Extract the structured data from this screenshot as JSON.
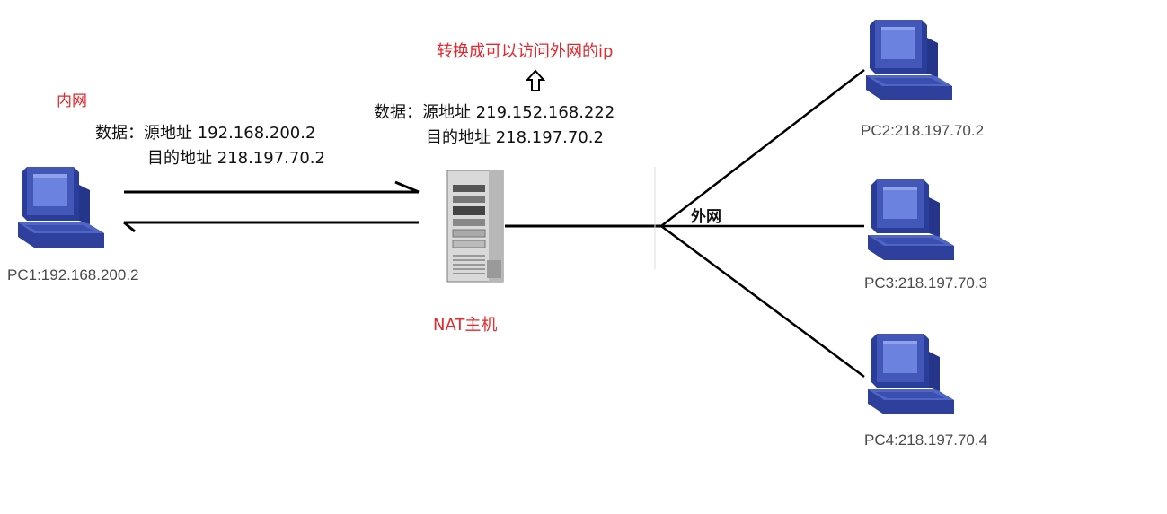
{
  "labels": {
    "inner_net": "内网",
    "outer_net": "外网",
    "nat_host": "NAT主机",
    "convert_note": "转换成可以访问外网的ip"
  },
  "packet_in": {
    "src_line": "数据：源地址 192.168.200.2",
    "dst_line": "目的地址 218.197.70.2"
  },
  "packet_out": {
    "src_line": "数据：源地址 219.152.168.222",
    "dst_line": "目的地址 218.197.70.2"
  },
  "pcs": {
    "pc1": "PC1:192.168.200.2",
    "pc2": "PC2:218.197.70.2",
    "pc3": "PC3:218.197.70.3",
    "pc4": "PC4:218.197.70.4"
  },
  "colors": {
    "annotation": "#e8262b",
    "pc_body": "#3b4fae",
    "pc_screen": "#5a72d4",
    "line": "#000000"
  }
}
